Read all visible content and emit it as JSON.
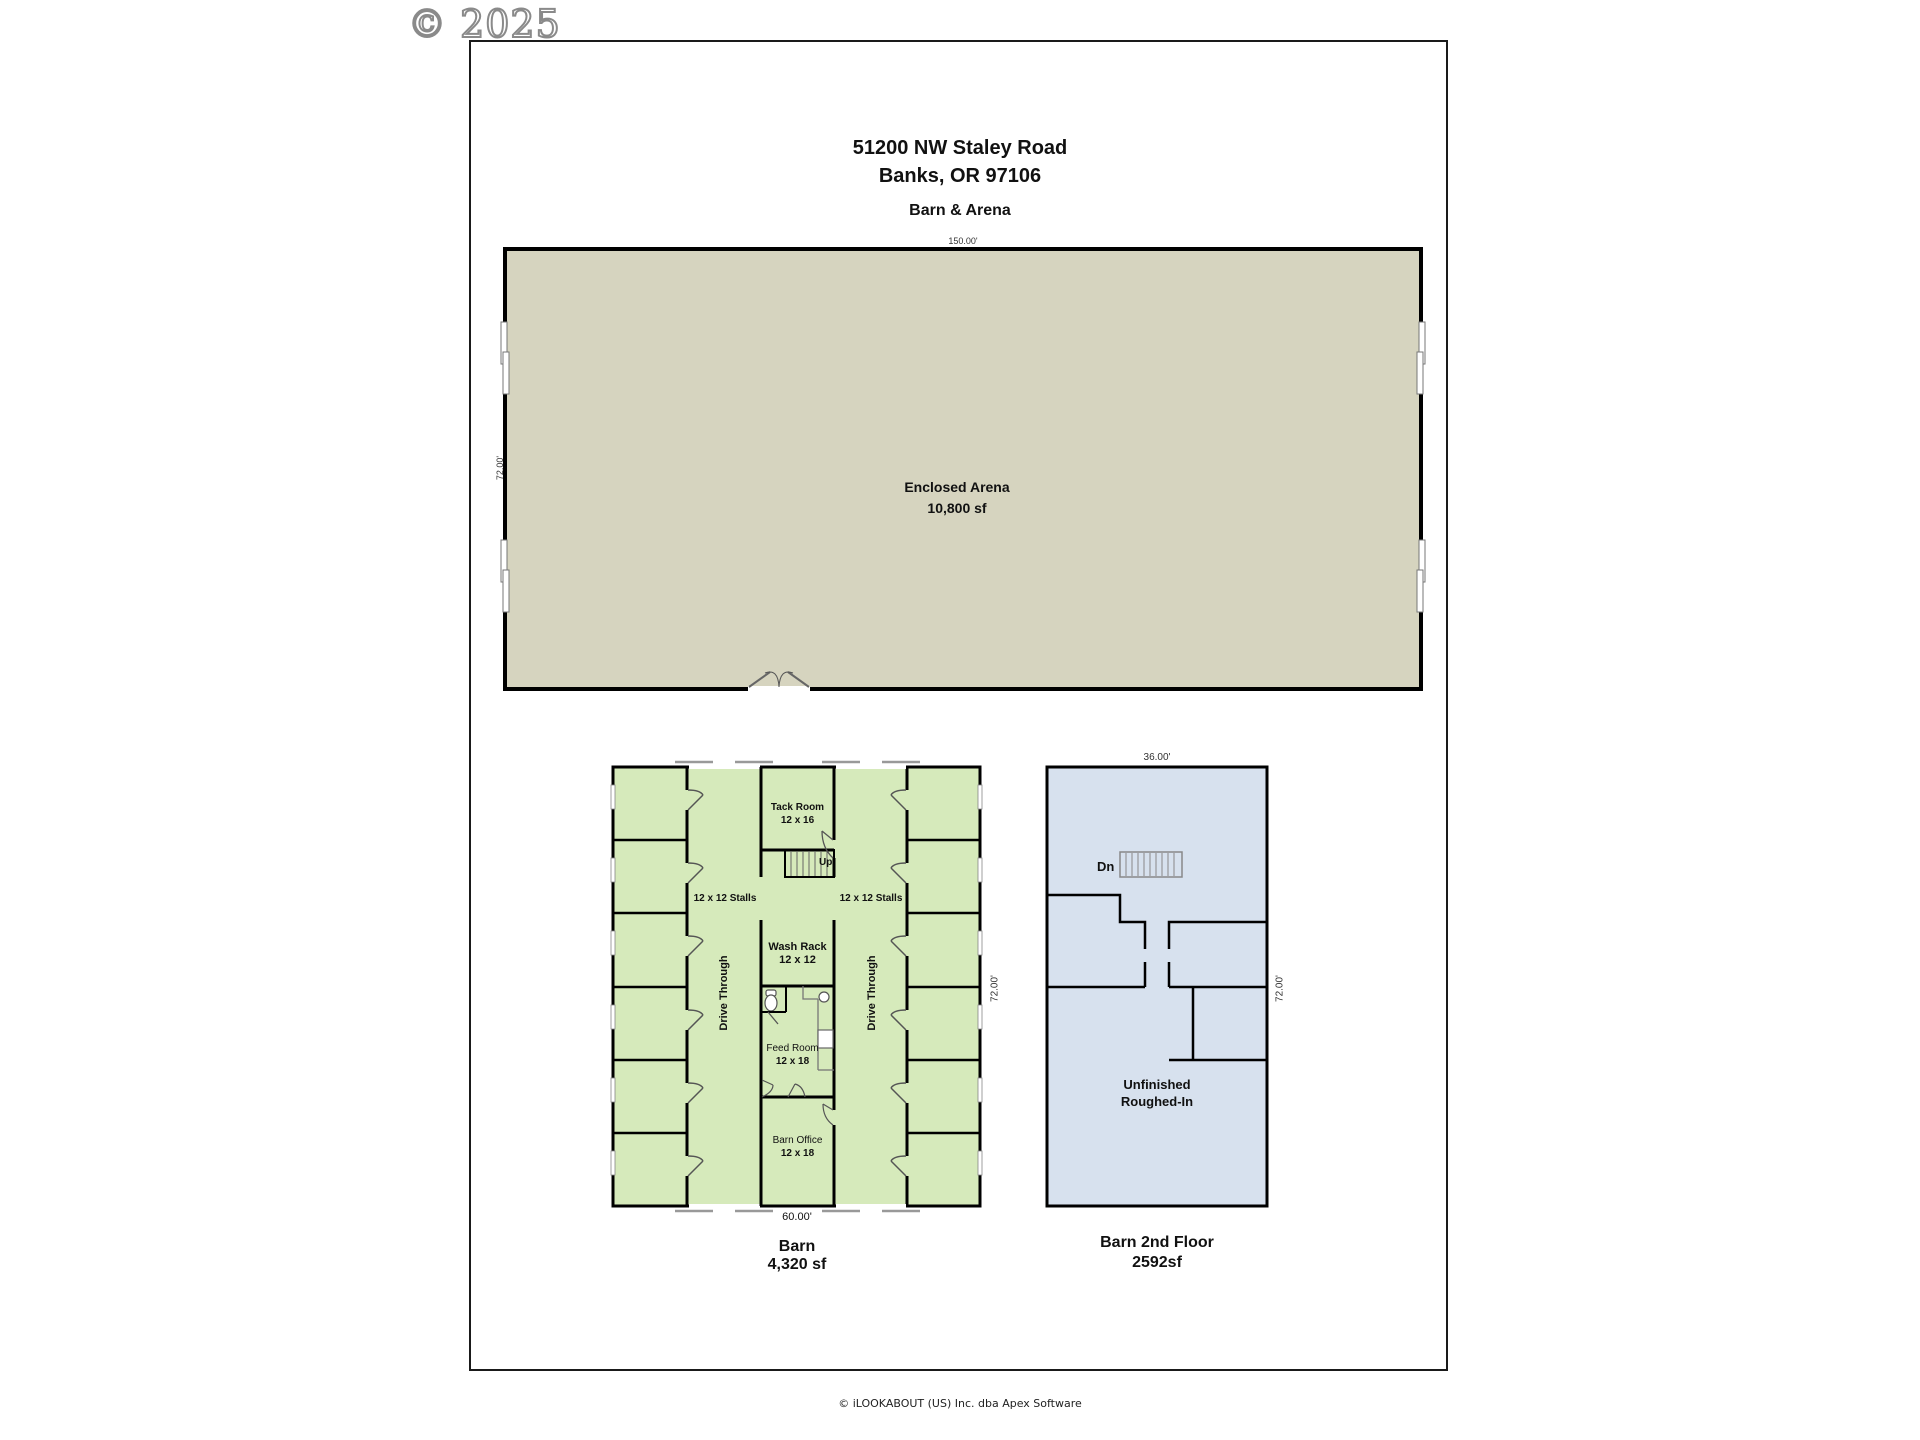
{
  "watermark": "© 2025",
  "header": {
    "address_line1": "51200 NW Staley Road",
    "address_line2": "Banks, OR 97106",
    "subtitle": "Barn & Arena"
  },
  "arena": {
    "name": "Enclosed Arena",
    "area": "10,800 sf",
    "width_dim": "150.00'",
    "depth_dim": "72.00'",
    "fill_color": "#d6d4bf"
  },
  "barn": {
    "name": "Barn",
    "area": "4,320 sf",
    "width_dim": "60.00'",
    "depth_dim": "72.00'",
    "fill_color": "#d6eabb",
    "rooms": {
      "tack_room": {
        "name": "Tack Room",
        "size": "12 x 16"
      },
      "stairs_label": "Up",
      "stalls_left": "12 x 12 Stalls",
      "stalls_right": "12 x 12 Stalls",
      "wash_rack": {
        "name": "Wash Rack",
        "size": "12 x 12"
      },
      "feed_room": {
        "name": "Feed Room",
        "size": "12 x 18"
      },
      "barn_office": {
        "name": "Barn Office",
        "size": "12 x 18"
      },
      "drive_left": "Drive Through",
      "drive_right": "Drive Through"
    }
  },
  "second_floor": {
    "name": "Barn 2nd Floor",
    "area": "2592sf",
    "width_dim": "36.00'",
    "depth_dim": "72.00'",
    "fill_color": "#d7e1ee",
    "stairs_label": "Dn",
    "area_label_line1": "Unfinished",
    "area_label_line2": "Roughed-In"
  },
  "footer": "© iLOOKABOUT (US) Inc. dba Apex Software"
}
